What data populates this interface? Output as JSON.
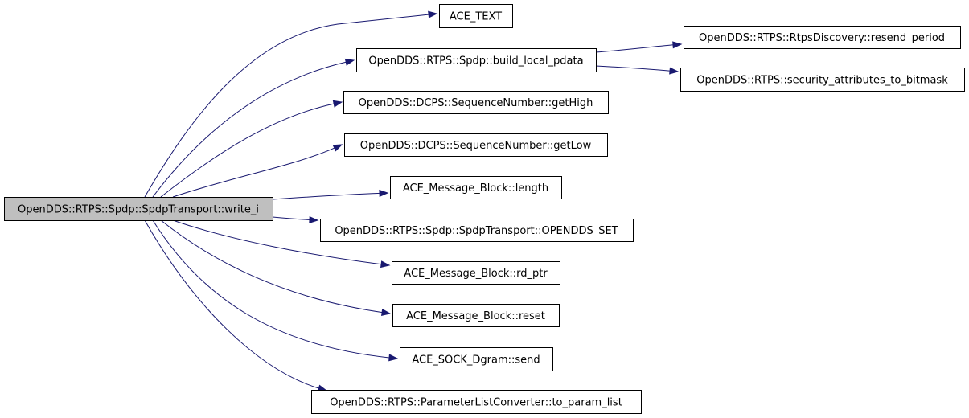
{
  "diagram": {
    "colors": {
      "background": "#ffffff",
      "root_fill": "#bfbfbf",
      "node_fill": "#ffffff",
      "border": "#000000",
      "edge": "#191970"
    },
    "nodes": [
      {
        "id": "write_i",
        "label": "OpenDDS::RTPS::Spdp::SpdpTransport::write_i",
        "root": true
      },
      {
        "id": "ace_text",
        "label": "ACE_TEXT"
      },
      {
        "id": "build_local_pdata",
        "label": "OpenDDS::RTPS::Spdp::build_local_pdata"
      },
      {
        "id": "resend_period",
        "label": "OpenDDS::RTPS::RtpsDiscovery::resend_period"
      },
      {
        "id": "security_bitmask",
        "label": "OpenDDS::RTPS::security_attributes_to_bitmask"
      },
      {
        "id": "get_high",
        "label": "OpenDDS::DCPS::SequenceNumber::getHigh"
      },
      {
        "id": "get_low",
        "label": "OpenDDS::DCPS::SequenceNumber::getLow"
      },
      {
        "id": "length",
        "label": "ACE_Message_Block::length"
      },
      {
        "id": "opendds_set",
        "label": "OpenDDS::RTPS::Spdp::SpdpTransport::OPENDDS_SET"
      },
      {
        "id": "rd_ptr",
        "label": "ACE_Message_Block::rd_ptr"
      },
      {
        "id": "reset",
        "label": "ACE_Message_Block::reset"
      },
      {
        "id": "send",
        "label": "ACE_SOCK_Dgram::send"
      },
      {
        "id": "to_param_list",
        "label": "OpenDDS::RTPS::ParameterListConverter::to_param_list"
      }
    ],
    "edges": [
      {
        "from": "write_i",
        "to": "ace_text"
      },
      {
        "from": "write_i",
        "to": "build_local_pdata"
      },
      {
        "from": "write_i",
        "to": "get_high"
      },
      {
        "from": "write_i",
        "to": "get_low"
      },
      {
        "from": "write_i",
        "to": "length"
      },
      {
        "from": "write_i",
        "to": "opendds_set"
      },
      {
        "from": "write_i",
        "to": "rd_ptr"
      },
      {
        "from": "write_i",
        "to": "reset"
      },
      {
        "from": "write_i",
        "to": "send"
      },
      {
        "from": "write_i",
        "to": "to_param_list"
      },
      {
        "from": "build_local_pdata",
        "to": "resend_period"
      },
      {
        "from": "build_local_pdata",
        "to": "security_bitmask"
      }
    ]
  }
}
